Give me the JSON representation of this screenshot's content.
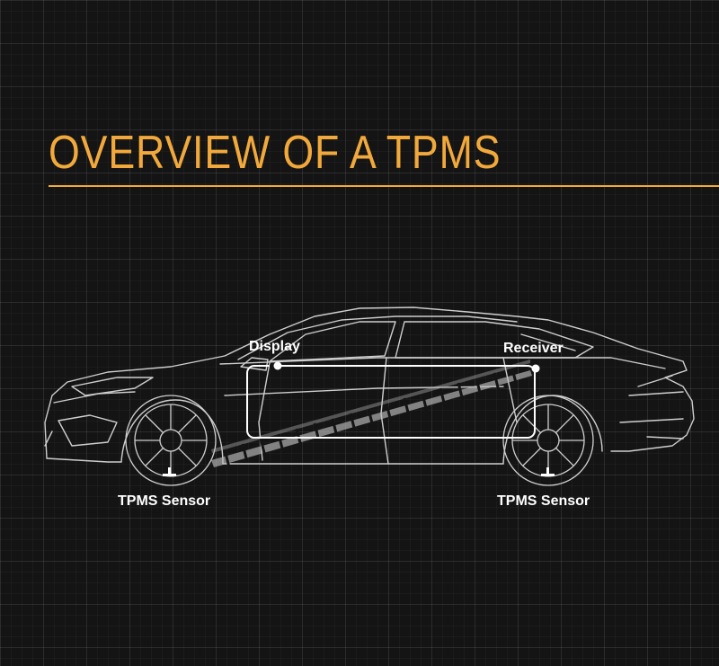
{
  "title": "OVERVIEW OF A TPMS",
  "labels": {
    "display": "Display",
    "receiver": "Receiver",
    "sensor_front": "TPMS Sensor",
    "sensor_rear": "TPMS Sensor"
  },
  "colors": {
    "accent": "#f2a93b",
    "background": "#141414",
    "line": "#d8d8d8",
    "text": "#ffffff"
  }
}
